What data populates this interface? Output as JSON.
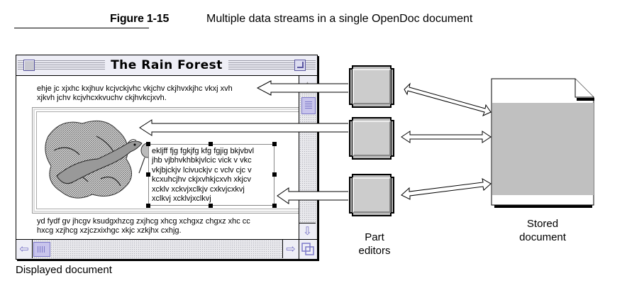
{
  "figure": {
    "number_label": "Figure 1-15",
    "title": "Multiple data streams in a single OpenDoc document"
  },
  "window": {
    "title": "The Rain Forest",
    "paragraph_1": "ehje jc xjxhc kxjhuv kcjvckjvhc vkjchv ckjhvxkjhc vkxj xvh xjkvh jchv kcjvhcxkvuchv ckjhvkcjxvh.",
    "paragraph_1_lines": [
      "ehje jc xjxhc kxjhuv kcjvckjvhc vkjchv ckjhvxkjhc vkxj xvh",
      "xjkvh jchv kcjvhcxkvuchv ckjhvkcjxvh."
    ],
    "embedded_text_lines": [
      "ekljff fjg fgkjfg kfg fgjig bkjvbvl",
      "jhb vjbhvkhbkjvlcic vick v  vkc",
      "vkjbjckjv lcivuckjv c vclv cjc v",
      "kcxuhcjhv ckjxvhkjcxvh xkjcv",
      "xcklv xckvjxclkjv cxkvjcxkvj",
      "xclkvj xcklvjxclkvj"
    ],
    "embedded_image": "rain-forest-lizard-illustration",
    "paragraph_3_lines": [
      "yd fydf gv jhcgv ksudgxhzcg zxjhcg xhcg xchgxz chgxz xhc cc",
      "hxcg xzjhcg xzjczxixhgc xkjc xzkjhx cxhjg."
    ],
    "scroll_up_icon": "arrow-up-icon",
    "scroll_down_icon": "arrow-down-icon",
    "scroll_left_icon": "arrow-left-icon",
    "scroll_right_icon": "arrow-right-icon"
  },
  "labels": {
    "displayed_document": "Displayed document",
    "part_editors": "Part\neditors",
    "part_editors_line1": "Part",
    "part_editors_line2": "editors",
    "stored_document_line1": "Stored",
    "stored_document_line2": "document"
  },
  "colors": {
    "window_accent": "#7c78c8",
    "titlebar_bg": "#eeeef6",
    "editor_gray": "#cccccc",
    "stored_stream_gray": "#c0c0c0"
  },
  "diagram": {
    "part_editors_count": 3,
    "connections": [
      {
        "from": "part-editor-1",
        "to": "text-stream-paragraphs",
        "type": "single-arrow"
      },
      {
        "from": "part-editor-2",
        "to": "image-part",
        "type": "single-arrow"
      },
      {
        "from": "part-editor-3",
        "to": "embedded-text-part",
        "type": "single-arrow"
      },
      {
        "between": [
          "part-editor-1",
          "stored-document"
        ],
        "type": "double-arrow"
      },
      {
        "between": [
          "part-editor-2",
          "stored-document"
        ],
        "type": "double-arrow"
      },
      {
        "between": [
          "part-editor-3",
          "stored-document"
        ],
        "type": "double-arrow"
      }
    ]
  }
}
